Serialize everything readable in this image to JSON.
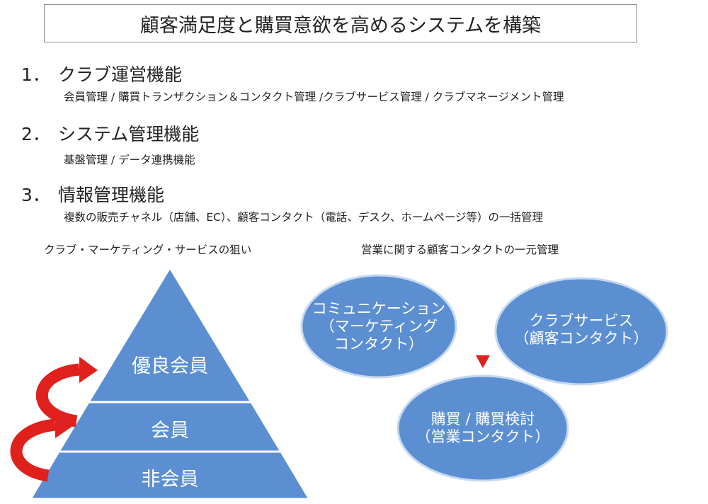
{
  "title": "顧客満足度と購買意欲を高めるシステムを構築",
  "sections": [
    {
      "number": "1．",
      "heading": "クラブ運営機能",
      "detail": "会員管理 / 購買トランザクション＆コンタクト管理 /クラブサービス管理 / クラブマネージメント管理"
    },
    {
      "number": "2．",
      "heading": "システム管理機能",
      "detail": "基盤管理 / データ連携機能"
    },
    {
      "number": "3．",
      "heading": "情報管理機能",
      "detail": "複数の販売チャネル（店舗、EC）、顧客コンタクト（電話、デスク、ホームページ等）の一括管理"
    }
  ],
  "captions": {
    "left": "クラブ・マーケティング・サービスの狙い",
    "right": "営業に関する顧客コンタクトの一元管理"
  },
  "pyramid": {
    "tiers": [
      "優良会員",
      "会員",
      "非会員"
    ],
    "fill_color": "#5b8fd2",
    "arrow_color": "#e0201c"
  },
  "contacts": {
    "communication": {
      "line1": "コミュニケーション",
      "line2": "（マーケティング",
      "line3": "コンタクト）"
    },
    "club_service": {
      "line1": "クラブサービス",
      "line2": "（顧客コンタクト）"
    },
    "purchase": {
      "line1": "購買 / 購買検討",
      "line2": "（営業コンタクト）"
    },
    "fill_color": "#5b8fd2",
    "border_color": "#c6d9f0",
    "pointer_color": "#e0201c"
  }
}
